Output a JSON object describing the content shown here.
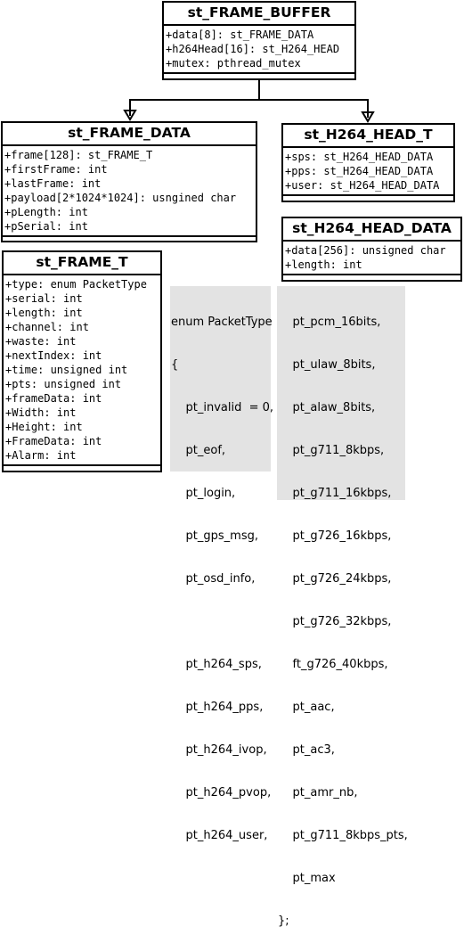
{
  "classes": {
    "frame_buffer": {
      "name": "st_FRAME_BUFFER",
      "attributes": [
        "+data[8]: st_FRAME_DATA",
        "+h264Head[16]: st_H264_HEAD",
        "+mutex: pthread_mutex"
      ]
    },
    "frame_data": {
      "name": "st_FRAME_DATA",
      "attributes": [
        "+frame[128]: st_FRAME_T",
        "+firstFrame: int",
        "+lastFrame: int",
        "+payload[2*1024*1024]: usngined char",
        "+pLength: int",
        "+pSerial: int"
      ]
    },
    "h264_head_t": {
      "name": "st_H264_HEAD_T",
      "attributes": [
        "+sps: st_H264_HEAD_DATA",
        "+pps: st_H264_HEAD_DATA",
        "+user: st_H264_HEAD_DATA"
      ]
    },
    "h264_head_data": {
      "name": "st_H264_HEAD_DATA",
      "attributes": [
        "+data[256]: unsigned char",
        "+length: int"
      ]
    },
    "frame_t": {
      "name": "st_FRAME_T",
      "attributes": [
        "+type: enum PacketType",
        "+serial: int",
        "+length: int",
        "+channel: int",
        "+waste: int",
        "+nextIndex: int",
        "+time: unsigned int",
        "+pts: unsigned int",
        "+frameData: int",
        "+Width: int",
        "+Height: int",
        "+FrameData: int",
        "+Alarm: int"
      ]
    }
  },
  "notes": {
    "enum_left": [
      "enum PacketType",
      "{",
      "    pt_invalid  = 0,",
      "    pt_eof,",
      "    pt_login,",
      "    pt_gps_msg,",
      "    pt_osd_info,",
      "",
      "    pt_h264_sps,",
      "    pt_h264_pps,",
      "    pt_h264_ivop,",
      "    pt_h264_pvop,",
      "    pt_h264_user,"
    ],
    "enum_right": [
      "    pt_pcm_16bits,",
      "    pt_ulaw_8bits,",
      "    pt_alaw_8bits,",
      "    pt_g711_8kbps,",
      "    pt_g711_16kbps,",
      "    pt_g726_16kbps,",
      "    pt_g726_24kbps,",
      "    pt_g726_32kbps,",
      "    ft_g726_40kbps,",
      "    pt_aac,",
      "    pt_ac3,",
      "    pt_amr_nb,",
      "    pt_g711_8kbps_pts,",
      "    pt_max",
      "};"
    ]
  }
}
